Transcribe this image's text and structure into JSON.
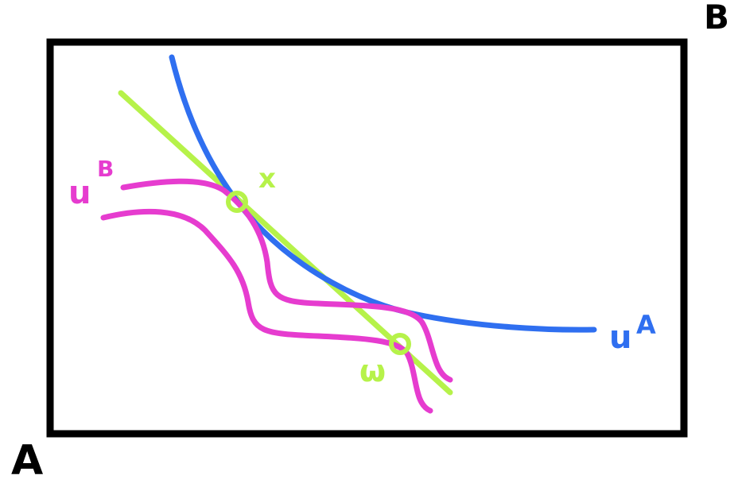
{
  "diagram": {
    "origins": {
      "a": "A",
      "b": "B"
    },
    "labels": {
      "ua_base": "u",
      "ua_sup": "A",
      "ub_base": "u",
      "ub_sup": "B",
      "x": "x",
      "omega": "ω"
    },
    "colors": {
      "box": "#000000",
      "ua": "#2f6ff0",
      "ub": "#e63ccf",
      "budget": "#b6f24a"
    }
  }
}
